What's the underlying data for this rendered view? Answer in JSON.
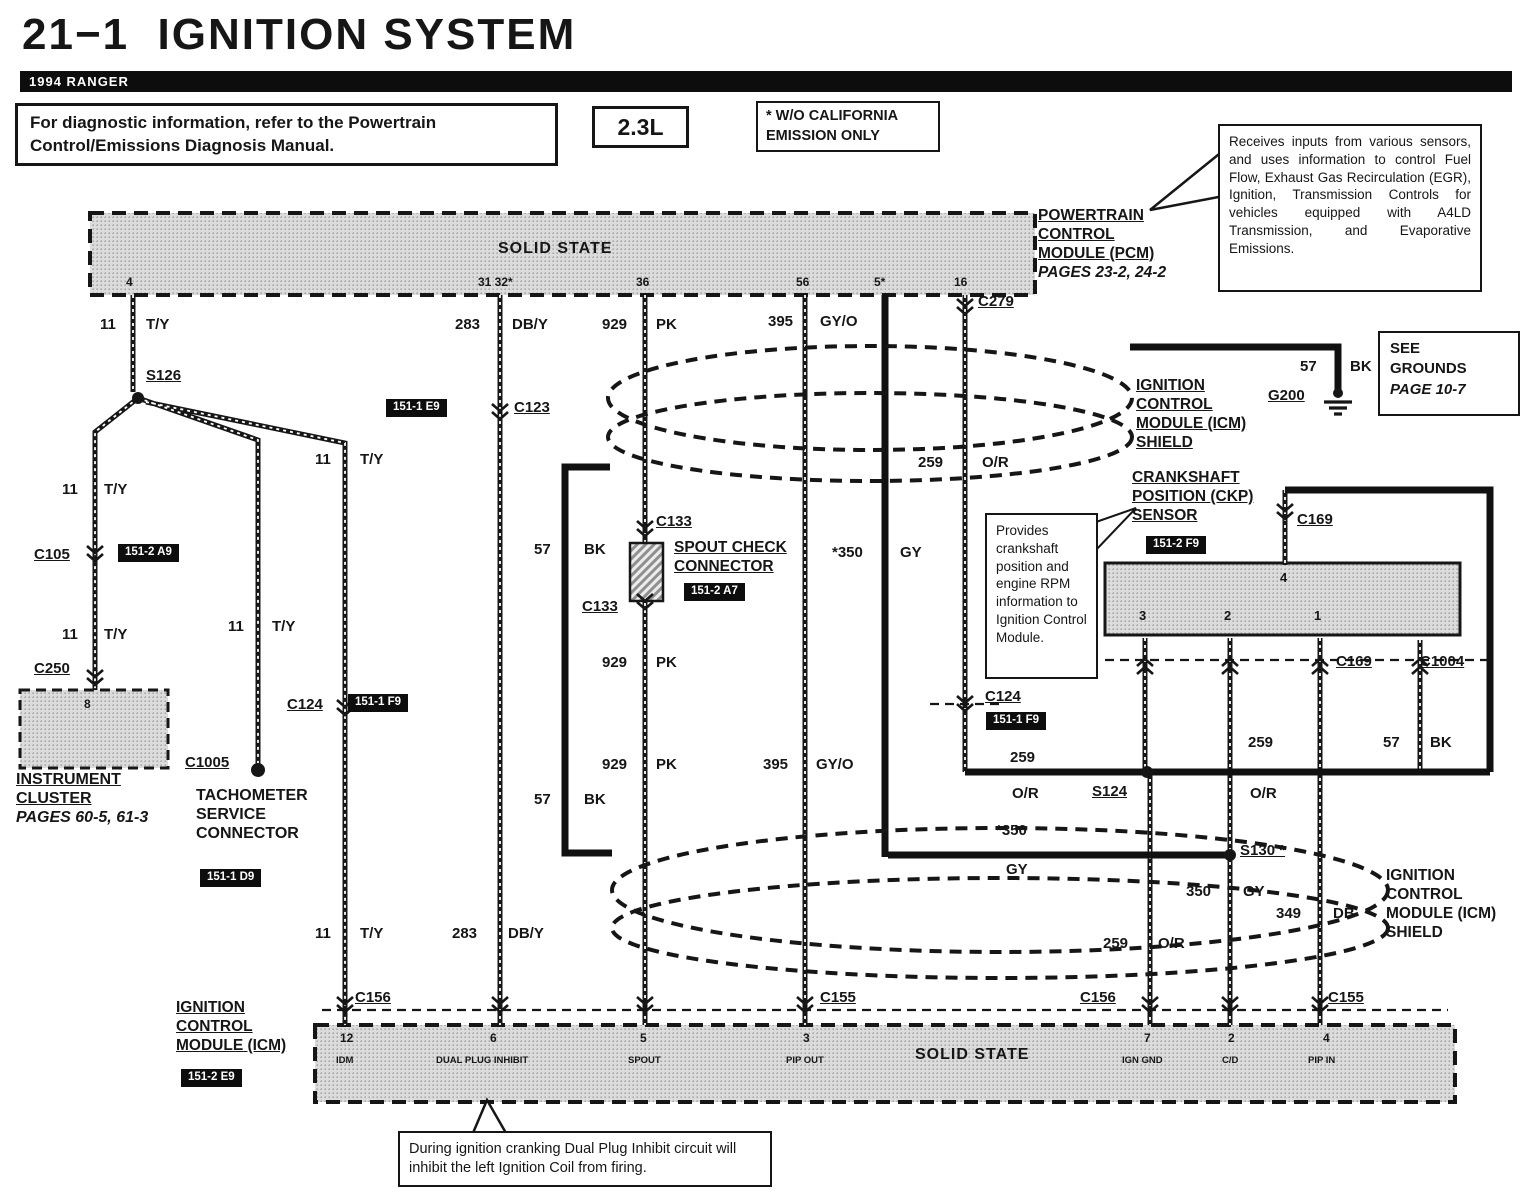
{
  "page": {
    "title": "21−1  IGNITION SYSTEM",
    "model_bar": "1994 RANGER"
  },
  "colors": {
    "paper": "#ffffff",
    "ink": "#161616"
  },
  "notes": {
    "diagnostic": "For diagnostic information, refer to the Powertrain Control/Emissions Diagnosis Manual.",
    "engine": "2.3L",
    "emission1": "* W/O CALIFORNIA",
    "emission2": "EMISSION ONLY",
    "pcm": "Receives inputs from various sensors, and uses information to control Fuel Flow, Exhaust Gas Recirculation (EGR), Ignition, Transmission Controls for vehicles equipped with A4LD Transmission, and Evaporative Emissions.",
    "ckp": "Provides crankshaft position and engine RPM information to Ignition Control Module.",
    "dual_plug": "During ignition cranking Dual Plug Inhibit circuit will inhibit the left Ignition Coil from firing.",
    "grounds1": "SEE",
    "grounds2": "GROUNDS",
    "grounds3": "PAGE 10-7"
  },
  "pcm": {
    "l1": "POWERTRAIN",
    "l2": "CONTROL",
    "l3": "MODULE (PCM)",
    "pages": "PAGES 23-2, 24-2",
    "box": "SOLID STATE",
    "pins": [
      "4",
      "31 32*",
      "36",
      "56",
      "5*",
      "16"
    ]
  },
  "icm": {
    "l1": "IGNITION",
    "l2": "CONTROL",
    "l3": "MODULE (ICM)",
    "ref": "151-2 E9",
    "box": "SOLID STATE",
    "pin_numbers": [
      "12",
      "6",
      "5",
      "3",
      "7",
      "2",
      "4"
    ],
    "pin_names": [
      "IDM",
      "DUAL PLUG INHIBIT",
      "SPOUT",
      "PIP OUT",
      "IGN GND",
      "C/D",
      "PIP IN"
    ]
  },
  "shield_top": {
    "l1": "IGNITION",
    "l2": "CONTROL",
    "l3": "MODULE (ICM)",
    "l4": "SHIELD"
  },
  "shield_bottom": {
    "l1": "IGNITION",
    "l2": "CONTROL",
    "l3": "MODULE (ICM)",
    "l4": "SHIELD"
  },
  "ckp": {
    "l1": "CRANKSHAFT",
    "l2": "POSITION (CKP)",
    "l3": "SENSOR",
    "ref": "151-2 F9",
    "pin_top": "4",
    "pin_b1": "3",
    "pin_b2": "2",
    "pin_b3": "1"
  },
  "cluster": {
    "l1": "INSTRUMENT",
    "l2": "CLUSTER",
    "pages": "PAGES 60-5, 61-3",
    "pin": "8"
  },
  "tach": {
    "l1": "TACHOMETER",
    "l2": "SERVICE",
    "l3": "CONNECTOR",
    "ref": "151-1 D9"
  },
  "spout": {
    "l1": "SPOUT CHECK",
    "l2": "CONNECTOR",
    "ref": "151-2 A7"
  },
  "connectors": {
    "c279": "C279",
    "s126": "S126",
    "c123": "C123",
    "c123_ref": "151-1 E9",
    "c105": "C105",
    "c105_ref": "151-2 A9",
    "c133_top": "C133",
    "c133_bottom": "C133",
    "c250": "C250",
    "c124_left": "C124",
    "c124_left_ref": "151-1 F9",
    "c1005": "C1005",
    "c124_right": "C124",
    "c124_right_ref": "151-1 F9",
    "c169_top": "C169",
    "c169_bottom": "C169",
    "c1004": "C1004",
    "g200": "G200",
    "s124": "S124",
    "s130": "S130 *",
    "c156_left": "C156",
    "c155_left": "C155",
    "c156_right": "C156",
    "c155_right": "C155"
  },
  "wire_labels": [
    "11",
    "T/Y",
    "283",
    "DB/Y",
    "929",
    "PK",
    "395",
    "GY/O",
    "57",
    "BK",
    "259",
    "O/R",
    "11",
    "T/Y",
    "11",
    "T/Y",
    "57",
    "BK",
    "*350",
    "GY",
    "11",
    "T/Y",
    "11",
    "T/Y",
    "929",
    "PK",
    "929",
    "PK",
    "395",
    "GY/O",
    "259",
    "O/R",
    "57",
    "BK",
    "259",
    "O/R",
    "57",
    "BK",
    "*350",
    "GY",
    "350",
    "GY",
    "349",
    "DB",
    "259",
    "O/R",
    "11",
    "T/Y",
    "283",
    "DB/Y"
  ]
}
